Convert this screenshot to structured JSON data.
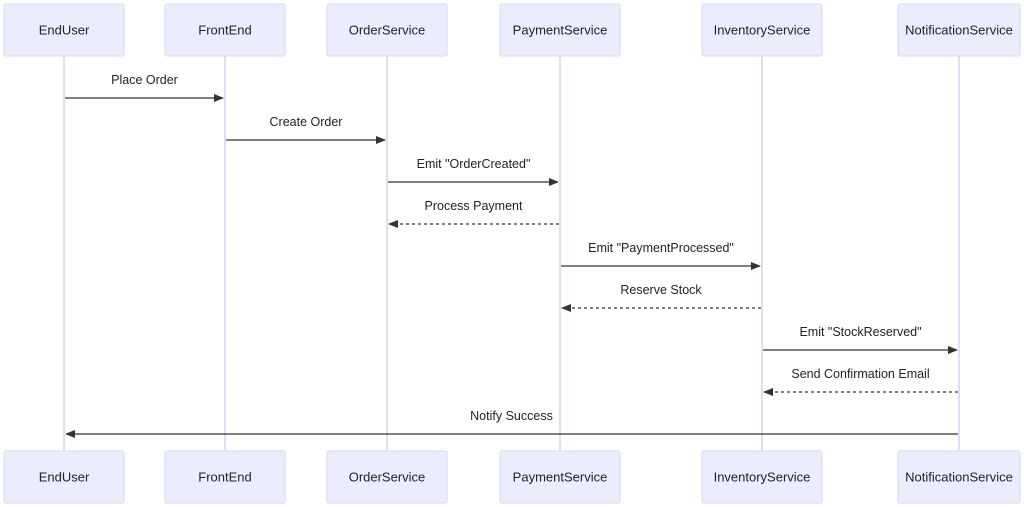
{
  "participants": [
    {
      "id": "enduser",
      "label": "EndUser"
    },
    {
      "id": "frontend",
      "label": "FrontEnd"
    },
    {
      "id": "orderservice",
      "label": "OrderService"
    },
    {
      "id": "paymentservice",
      "label": "PaymentService"
    },
    {
      "id": "inventoryservice",
      "label": "InventoryService"
    },
    {
      "id": "notificationservice",
      "label": "NotificationService"
    }
  ],
  "messages": [
    {
      "from": 0,
      "to": 1,
      "label": "Place Order",
      "style": "solid"
    },
    {
      "from": 1,
      "to": 2,
      "label": "Create Order",
      "style": "solid"
    },
    {
      "from": 2,
      "to": 3,
      "label": "Emit \"OrderCreated\"",
      "style": "solid"
    },
    {
      "from": 3,
      "to": 2,
      "label": "Process Payment",
      "style": "dashed"
    },
    {
      "from": 3,
      "to": 4,
      "label": "Emit \"PaymentProcessed\"",
      "style": "solid"
    },
    {
      "from": 4,
      "to": 3,
      "label": "Reserve Stock",
      "style": "dashed"
    },
    {
      "from": 4,
      "to": 5,
      "label": "Emit \"StockReserved\"",
      "style": "solid"
    },
    {
      "from": 5,
      "to": 4,
      "label": "Send Confirmation Email",
      "style": "dashed"
    },
    {
      "from": 5,
      "to": 0,
      "label": "Notify Success",
      "style": "solid"
    }
  ],
  "colors": {
    "actor_fill": "#ececff",
    "actor_border": "#d6d6f5",
    "lifeline": "#c9c9ef",
    "arrow": "#333333"
  }
}
